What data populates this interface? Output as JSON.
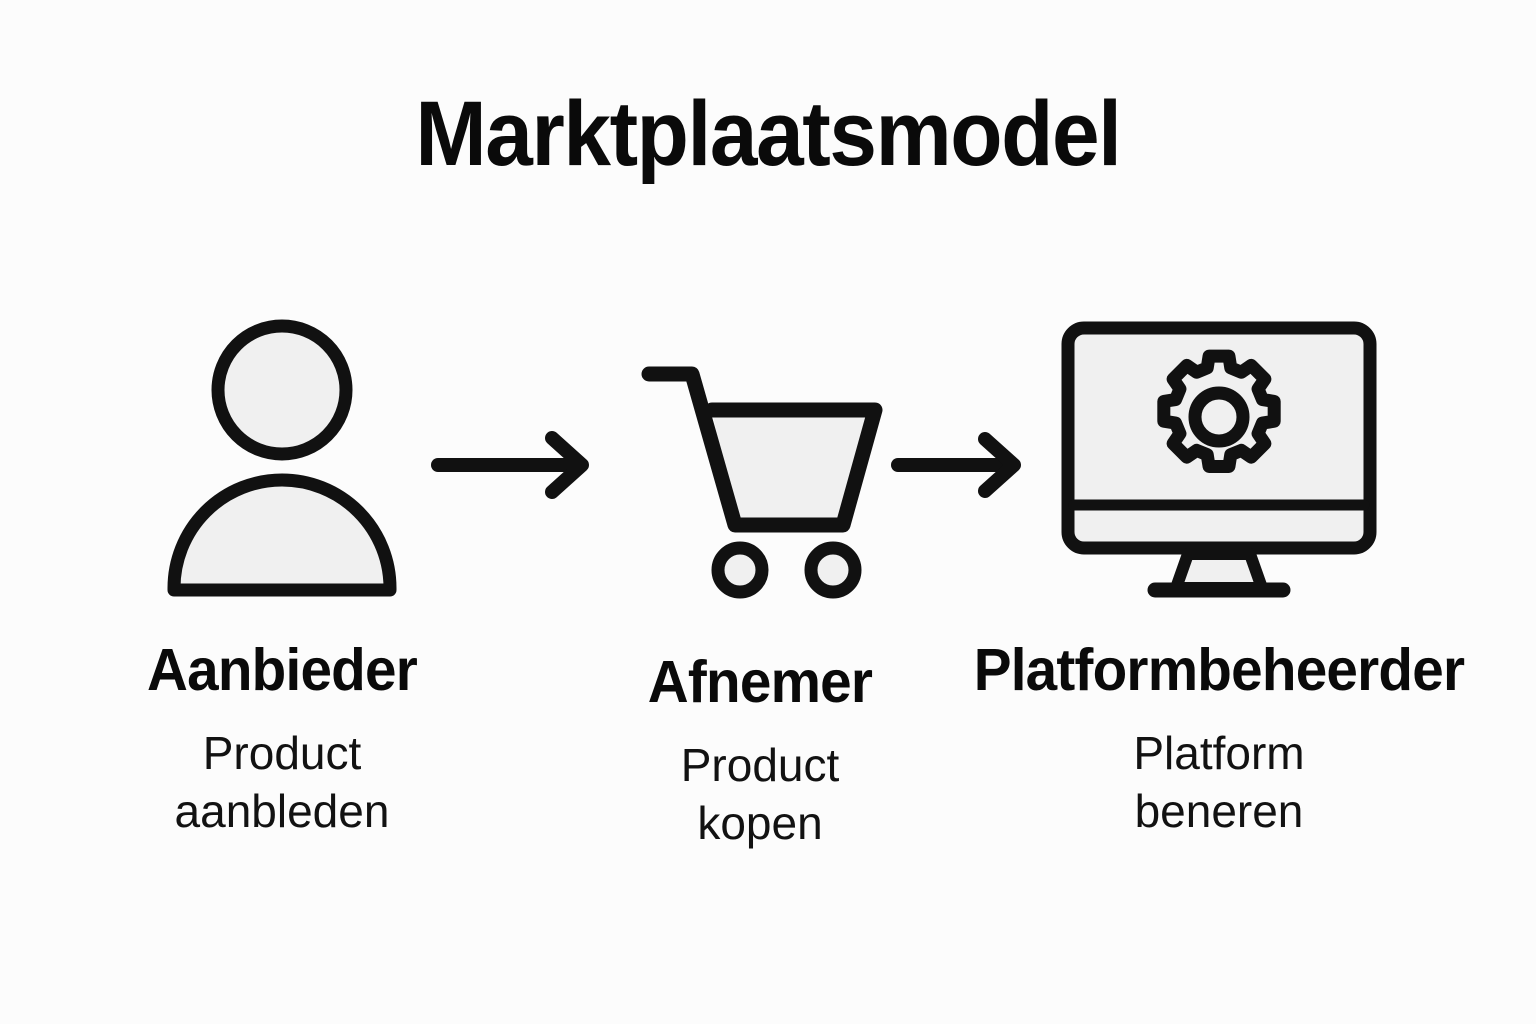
{
  "page": {
    "title": "Marktplaatsmodel",
    "background_color": "#fcfcfc",
    "ink_color": "#111111",
    "icon_fill_color": "#f0f0f0"
  },
  "flow": {
    "nodes": [
      {
        "id": "aanbieder",
        "icon": "person-icon",
        "label": "Aanbieder",
        "description": "Product\naanbleden"
      },
      {
        "id": "afnemer",
        "icon": "shopping-cart-icon",
        "label": "Afnemer",
        "description": "Product\nkopen"
      },
      {
        "id": "platformbeheerder",
        "icon": "monitor-gear-icon",
        "label": "Platformbeheerder",
        "description": "Platform\nbeneren"
      }
    ],
    "connectors": [
      {
        "id": "arrow-1",
        "from": "aanbieder",
        "to": "afnemer",
        "direction": "right"
      },
      {
        "id": "arrow-2",
        "from": "afnemer",
        "to": "platformbeheerder",
        "direction": "right"
      }
    ]
  }
}
